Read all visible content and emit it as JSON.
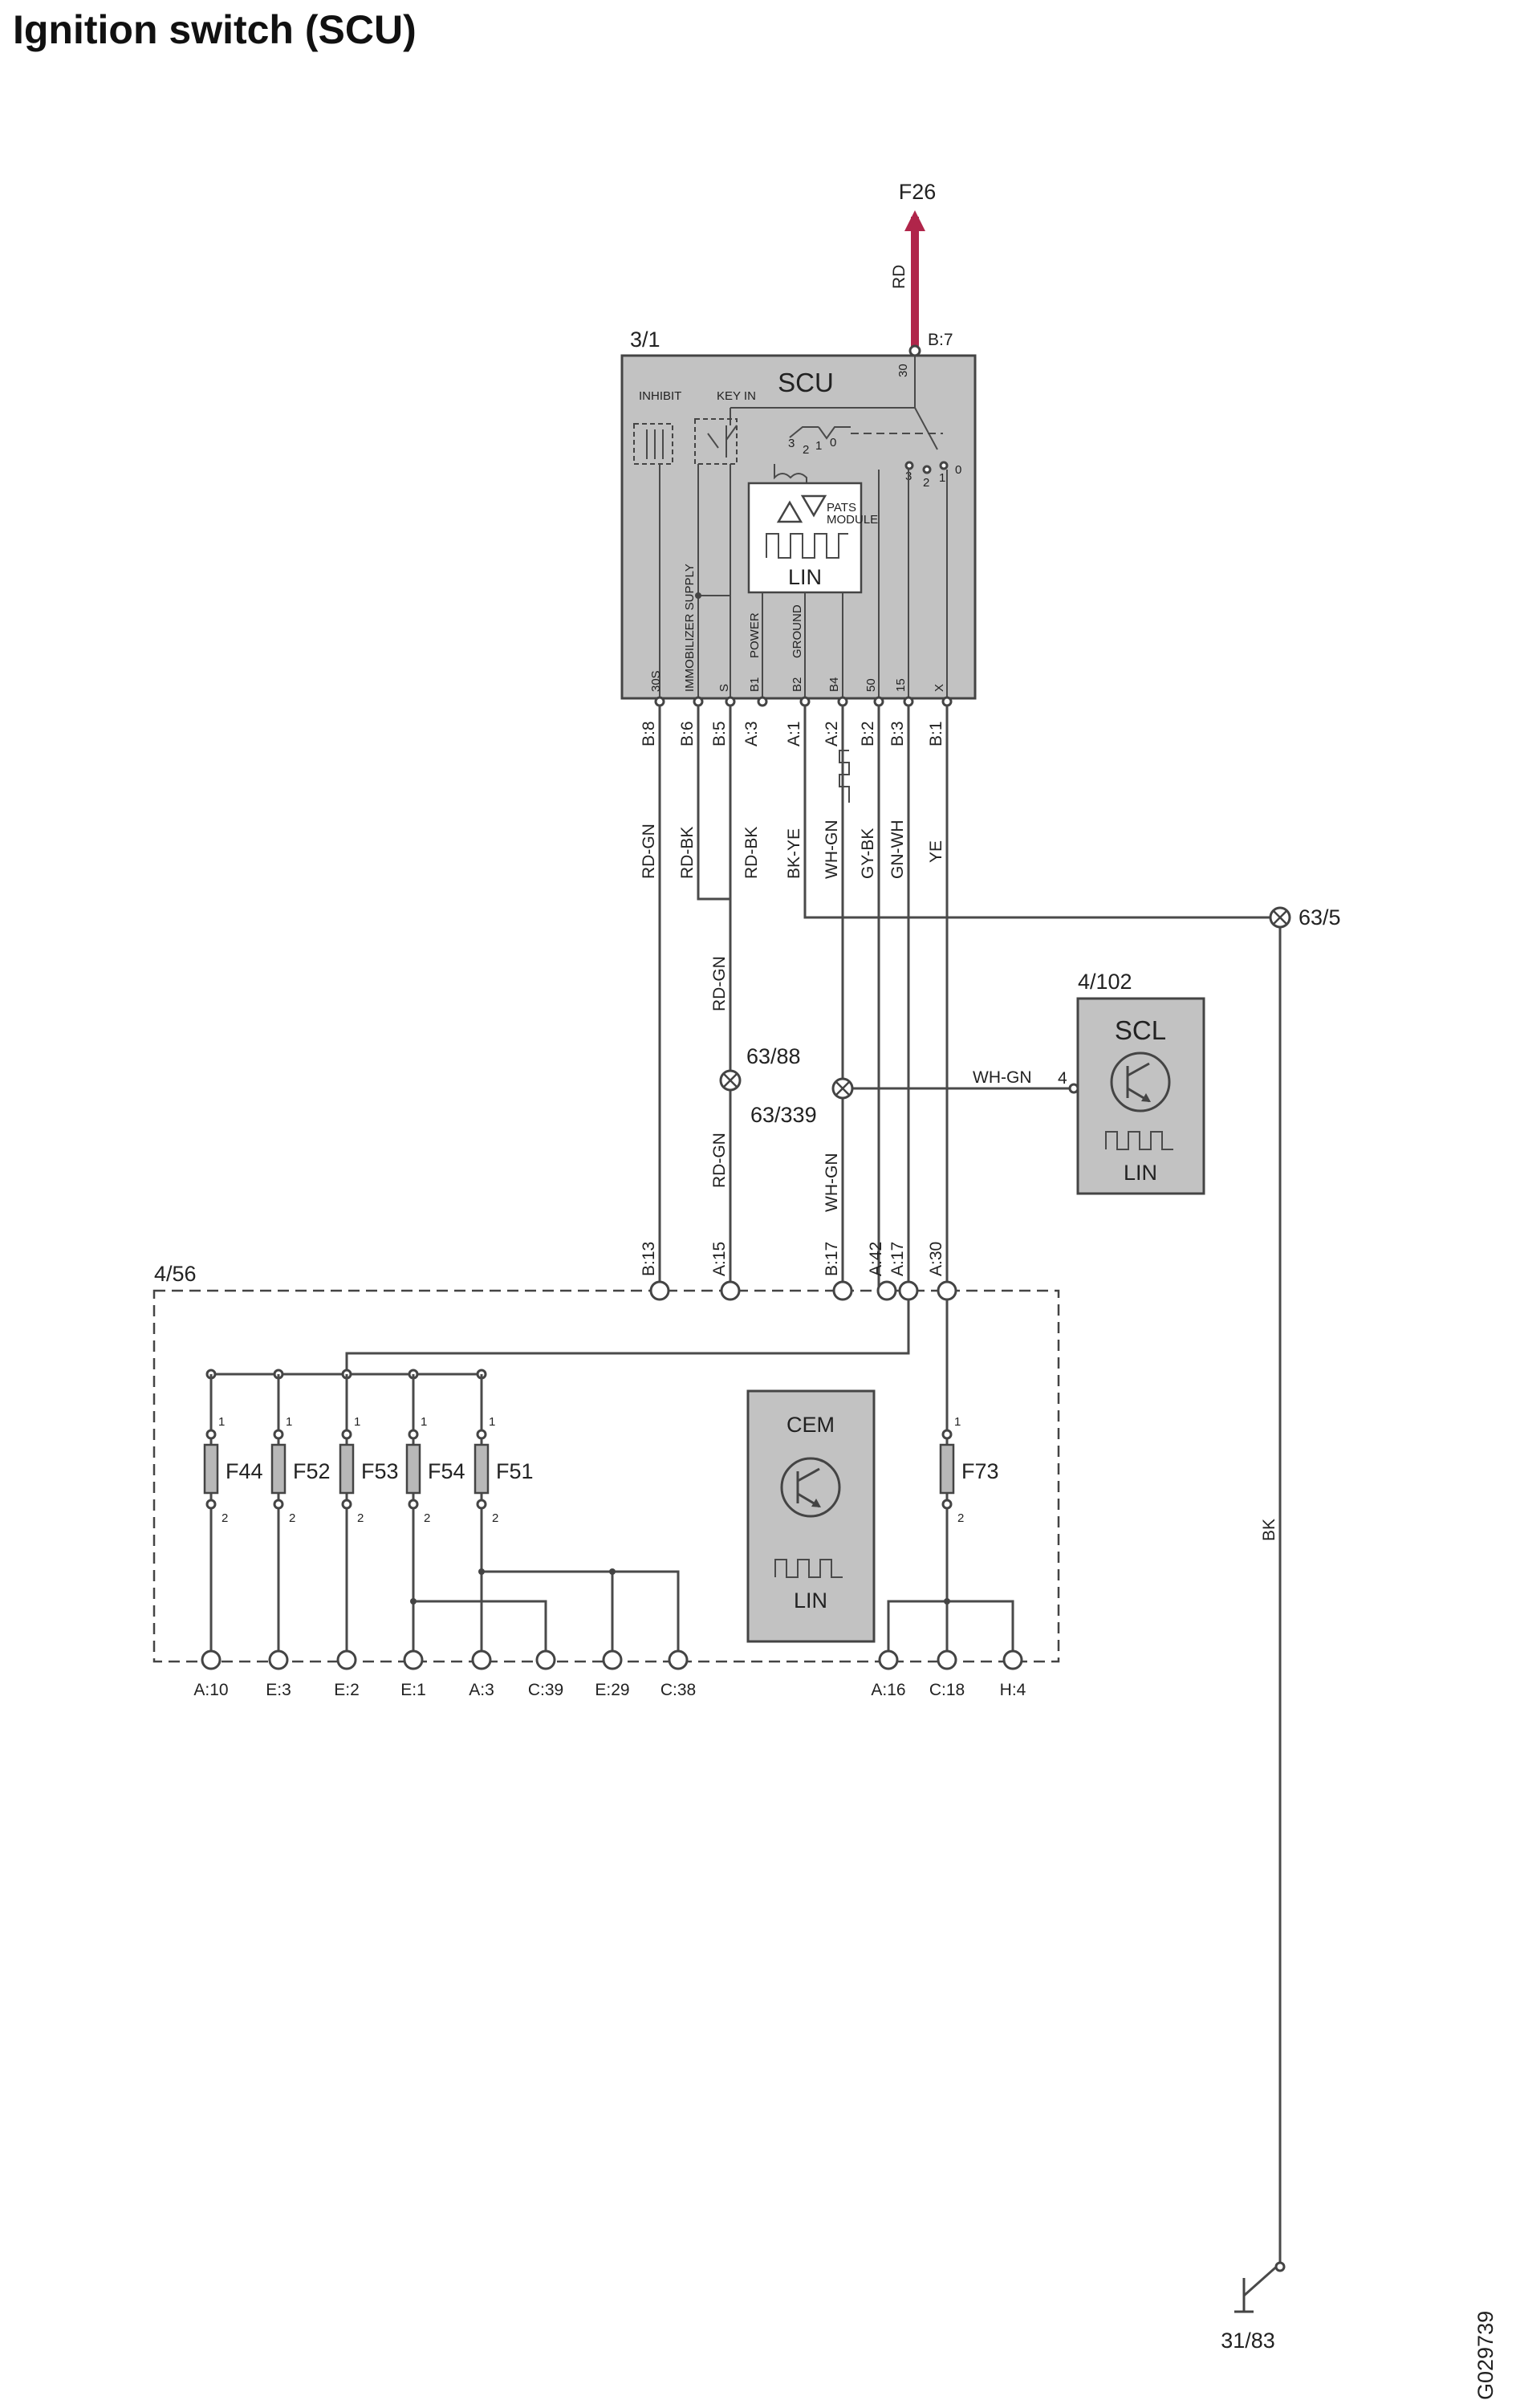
{
  "title": "Ignition switch (SCU)",
  "figure_id": "G029739",
  "supply": {
    "fuse": "F26",
    "wire_color": "RD",
    "pin": "B:7",
    "terminal": "30"
  },
  "scu": {
    "ref": "3/1",
    "name": "SCU",
    "inhibit": "INHIBIT",
    "key_in": "KEY IN",
    "pats_module": "PATS\nMODULE",
    "pats_line1": "PATS",
    "pats_line2": "MODULE",
    "lin": "LIN",
    "internal_labels": [
      "30S",
      "IMMOBILIZER SUPPLY",
      "S",
      "POWER",
      "GROUND",
      "B4",
      "50",
      "15",
      "X"
    ],
    "internal_pin_codes": [
      "B1",
      "B2"
    ],
    "switch_positions": [
      "3",
      "2",
      "1",
      "0"
    ],
    "contact_numbers": [
      "3",
      "2",
      "1",
      "0"
    ],
    "pins": [
      "B:8",
      "B:6",
      "B:5",
      "A:3",
      "A:1",
      "A:2",
      "B:2",
      "B:3",
      "B:1"
    ]
  },
  "wires": {
    "rd_gn": "RD-GN",
    "rd_bk": "RD-BK",
    "bk_ye": "BK-YE",
    "wh_gn": "WH-GN",
    "gy_bk": "GY-BK",
    "gn_wh": "GN-WH",
    "ye": "YE",
    "bk": "BK"
  },
  "splices": {
    "s1": "63/5",
    "s2": "63/88",
    "s3": "63/339"
  },
  "scl": {
    "ref": "4/102",
    "name": "SCL",
    "pin": "4",
    "lin": "LIN"
  },
  "cem_box": {
    "ref": "4/56",
    "name": "CEM",
    "lin": "LIN",
    "top_pins": [
      "B:13",
      "A:15",
      "B:17",
      "A:42",
      "A:17",
      "A:30"
    ],
    "fuses": [
      "F44",
      "F52",
      "F53",
      "F54",
      "F51",
      "F73"
    ],
    "fuse_pin_in": "1",
    "fuse_pin_out": "2",
    "bottom_pins": [
      "A:10",
      "E:3",
      "E:2",
      "E:1",
      "A:3",
      "C:39",
      "E:29",
      "C:38",
      "A:16",
      "C:18",
      "H:4"
    ]
  },
  "ground": "31/83"
}
